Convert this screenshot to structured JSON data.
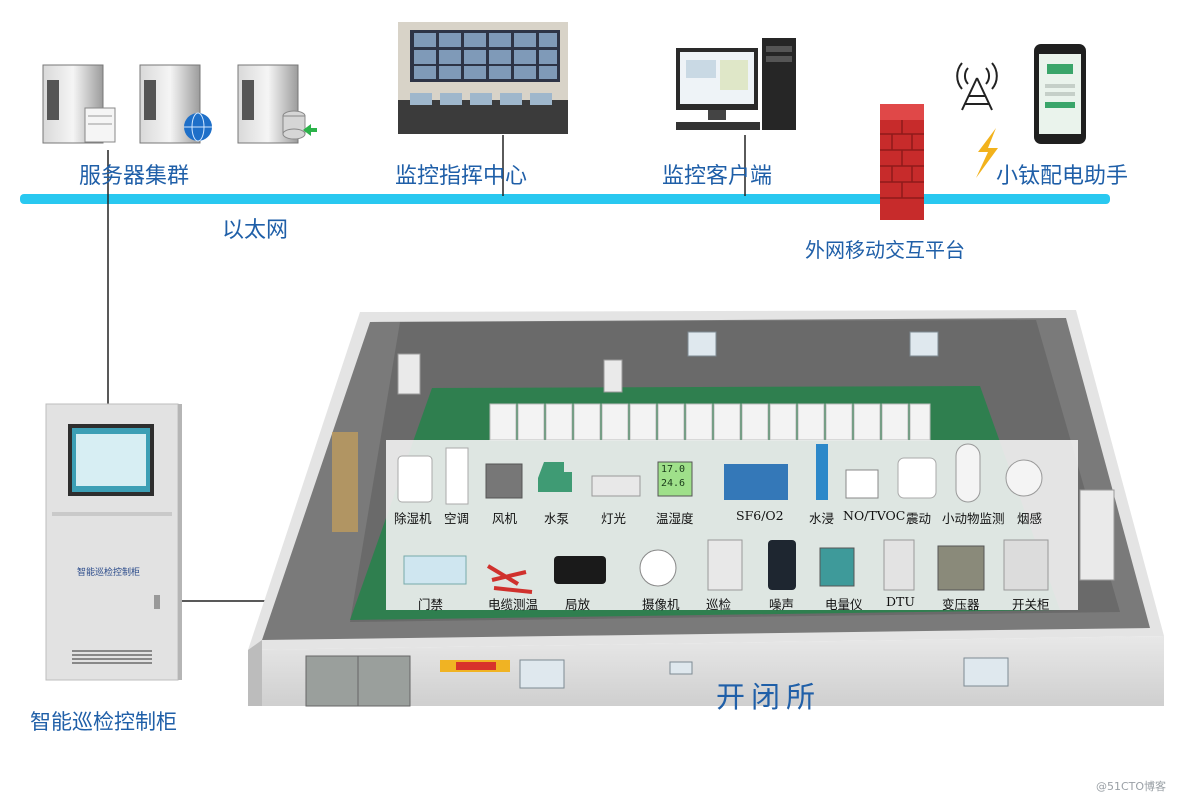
{
  "network": {
    "ethernet": "以太网",
    "server_cluster": "服务器集群",
    "command_center": "监控指挥中心",
    "monitor_client": "监控客户端",
    "mobile_assistant": "小钛配电助手",
    "external_platform": "外网移动交互平台",
    "cabinet": "智能巡检控制柜",
    "cabinet_screen_title": "智能巡检控制柜",
    "substation": "开闭所"
  },
  "devices_row1": [
    "除湿机",
    "空调",
    "风机",
    "水泵",
    "灯光",
    "温湿度",
    "SF6/O2",
    "水浸",
    "NO/TVOC",
    "震动",
    "小动物监测",
    "烟感"
  ],
  "devices_row2": [
    "门禁",
    "电缆测温",
    "局放",
    "摄像机",
    "巡检",
    "噪声",
    "电量仪",
    "DTU",
    "变压器",
    "开关柜"
  ],
  "sensor_readout": {
    "temp": "17.0",
    "hum": "24.6"
  },
  "watermark": "@51CTO博客",
  "colors": {
    "ethernet": "#29c8f0",
    "label": "#1f5fa8",
    "firewall": "#c72b2b",
    "floor": "#2f7f4f",
    "wall": "#6f6f6f"
  }
}
